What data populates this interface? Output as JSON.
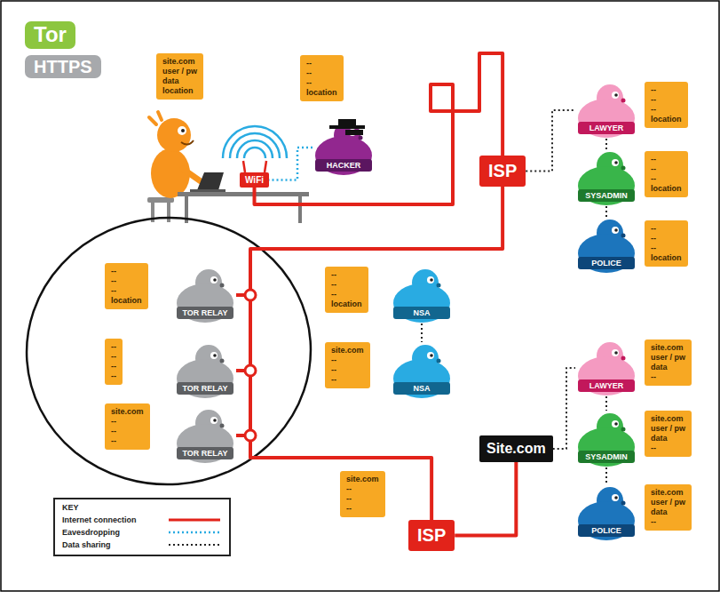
{
  "diagram": {
    "nodes": [
      {
        "text": [
          "Tor"
        ]
      },
      {
        "text": [
          "HTTPS"
        ]
      },
      {
        "text": [
          "site.com",
          "user / pw",
          "data",
          "location"
        ]
      },
      {
        "text": [
          "--",
          "--",
          "--",
          "location"
        ]
      },
      {
        "text": [
          "WiFi"
        ]
      },
      {
        "text": [
          "HACKER"
        ]
      },
      {
        "text": [
          "ISP"
        ]
      },
      {
        "text": [
          "LAWYER"
        ]
      },
      {
        "text": [
          "--",
          "--",
          "--",
          "location"
        ]
      },
      {
        "text": [
          "SYSADMIN"
        ]
      },
      {
        "text": [
          "--",
          "--",
          "--",
          "location"
        ]
      },
      {
        "text": [
          "POLICE"
        ]
      },
      {
        "text": [
          "--",
          "--",
          "--",
          "location"
        ]
      },
      {
        "text": [
          "TOR RELAY"
        ]
      },
      {
        "text": [
          "--",
          "--",
          "--",
          "location"
        ]
      },
      {
        "text": [
          "TOR RELAY"
        ]
      },
      {
        "text": [
          "--",
          "--",
          "--",
          "--"
        ]
      },
      {
        "text": [
          "TOR RELAY"
        ]
      },
      {
        "text": [
          "site.com",
          "--",
          "--",
          "--"
        ]
      },
      {
        "text": [
          "NSA"
        ]
      },
      {
        "text": [
          "--",
          "--",
          "--",
          "location"
        ]
      },
      {
        "text": [
          "NSA"
        ]
      },
      {
        "text": [
          "site.com",
          "--",
          "--",
          "--"
        ]
      },
      {
        "text": [
          "Site.com"
        ]
      },
      {
        "text": [
          "ISP"
        ]
      },
      {
        "text": [
          "site.com",
          "--",
          "--",
          "--"
        ]
      },
      {
        "text": [
          "LAWYER"
        ]
      },
      {
        "text": [
          "site.com",
          "user / pw",
          "data",
          "--"
        ]
      },
      {
        "text": [
          "SYSADMIN"
        ]
      },
      {
        "text": [
          "site.com",
          "user / pw",
          "data",
          "--"
        ]
      },
      {
        "text": [
          "POLICE"
        ]
      },
      {
        "text": [
          "site.com",
          "user / pw",
          "data",
          "--"
        ]
      }
    ],
    "edges": [
      {
        "from": 4,
        "to": 6,
        "arrow": "none"
      },
      {
        "from": 6,
        "to": 13,
        "arrow": "none"
      },
      {
        "from": 13,
        "to": 15,
        "arrow": "none"
      },
      {
        "from": 15,
        "to": 17,
        "arrow": "none"
      },
      {
        "from": 17,
        "to": 24,
        "arrow": "none"
      },
      {
        "from": 24,
        "to": 23,
        "arrow": "none"
      },
      {
        "from": 5,
        "to": 4,
        "arrow": "none"
      },
      {
        "from": 6,
        "to": 7,
        "arrow": "none"
      },
      {
        "from": 7,
        "to": 9,
        "arrow": "none"
      },
      {
        "from": 9,
        "to": 11,
        "arrow": "none"
      },
      {
        "from": 19,
        "to": 21,
        "arrow": "none"
      },
      {
        "from": 23,
        "to": 26,
        "arrow": "none"
      },
      {
        "from": 26,
        "to": 28,
        "arrow": "none"
      },
      {
        "from": 28,
        "to": 30,
        "arrow": "none"
      }
    ],
    "labels": [
      "KEY"
    ],
    "legend": [
      {
        "text": "Internet connection"
      },
      {
        "text": "Eavesdropping"
      },
      {
        "text": "Data sharing"
      }
    ]
  }
}
